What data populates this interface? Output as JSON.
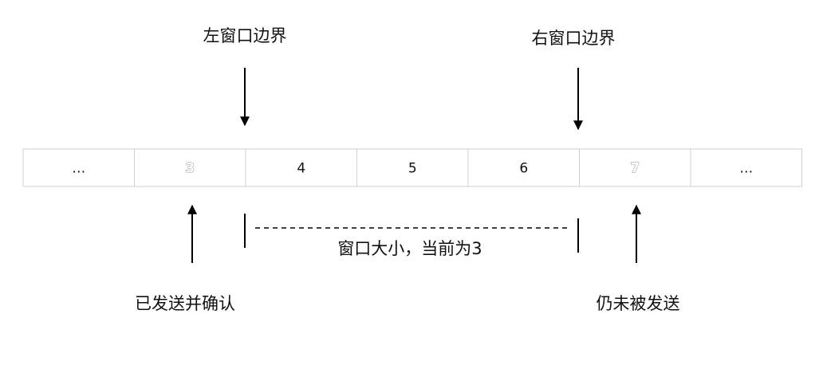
{
  "labels": {
    "left_boundary": "左窗口边界",
    "right_boundary": "右窗口边界",
    "window_size": "窗口大小，当前为3",
    "sent_acked": "已发送并确认",
    "not_sent": "仍未被发送"
  },
  "cells": [
    {
      "text": "…",
      "dim": false
    },
    {
      "text": "3",
      "dim": true
    },
    {
      "text": "4",
      "dim": false
    },
    {
      "text": "5",
      "dim": false
    },
    {
      "text": "6",
      "dim": false
    },
    {
      "text": "7",
      "dim": true
    },
    {
      "text": "…",
      "dim": false
    }
  ],
  "colors": {
    "stroke": "#000000",
    "cell_border": "#d0d0d0",
    "dim_text": "#8a8a8a"
  }
}
